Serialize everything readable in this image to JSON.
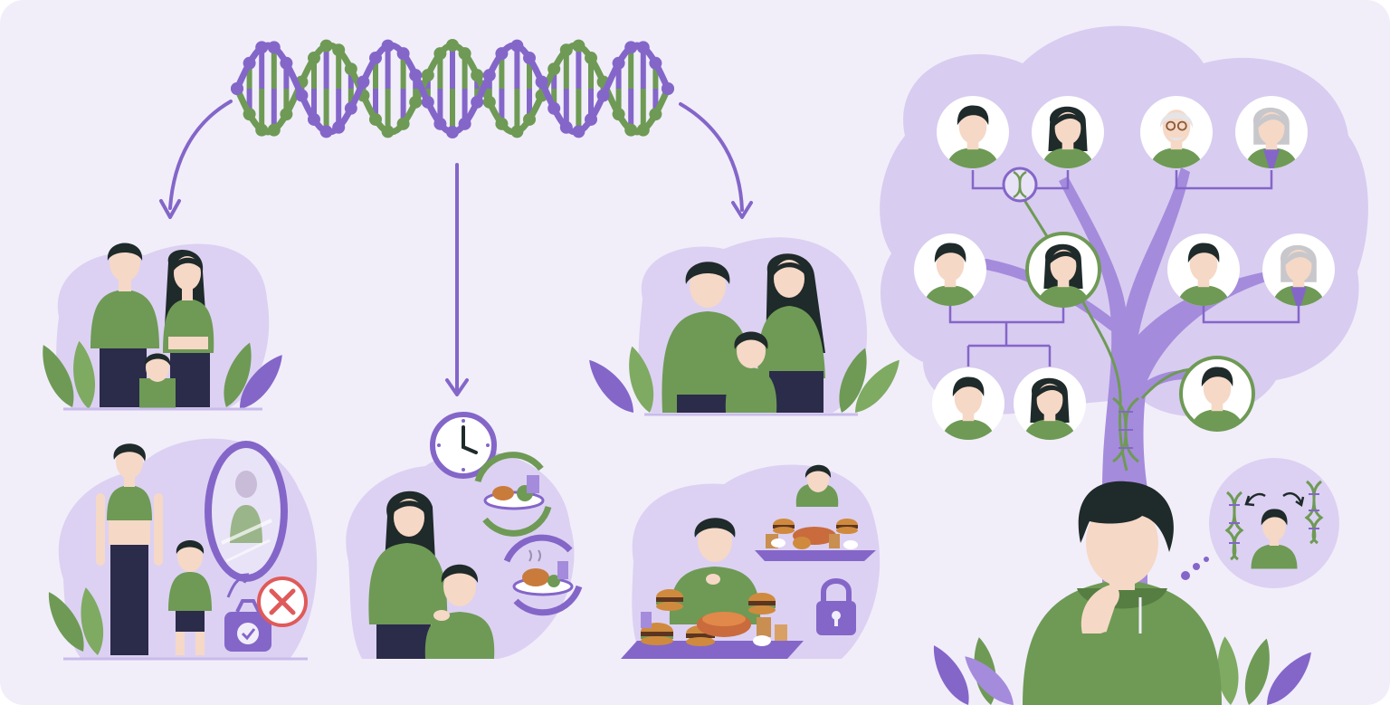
{
  "colors": {
    "background": "#F1EEFA",
    "purple": "#8466C9",
    "purple_light": "#D8CCF0",
    "purple_mid": "#A58BDC",
    "green": "#6E9A55",
    "green_dark": "#567E42",
    "skin": "#F6D8C6",
    "hair": "#1F2A2A",
    "pants": "#2B2B4A"
  },
  "scenes": [
    {
      "id": "dna-helix",
      "icon": "dna-icon"
    },
    {
      "id": "family-three-left",
      "icon": "family-icon"
    },
    {
      "id": "body-image-mirror",
      "icon": "mirror-icon"
    },
    {
      "id": "mother-child-meals",
      "icon": "clock-icon"
    },
    {
      "id": "family-three-right",
      "icon": "family-icon"
    },
    {
      "id": "child-overeating",
      "icon": "burger-icon"
    },
    {
      "id": "family-tree",
      "icon": "tree-icon"
    },
    {
      "id": "thinking-person",
      "icon": "thought-icon"
    },
    {
      "id": "inheritance-bubble",
      "icon": "dna-icon"
    }
  ]
}
